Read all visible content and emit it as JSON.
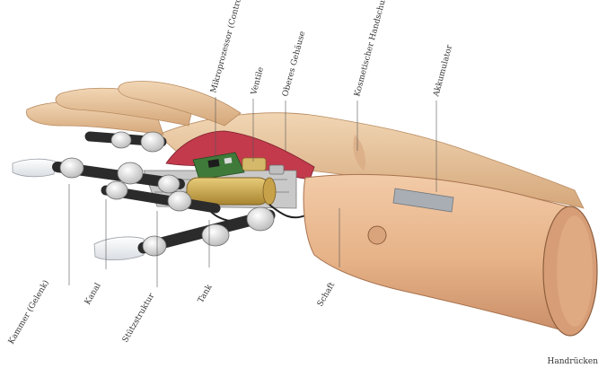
{
  "diagram": {
    "labels": {
      "kammer": "Kammer (Gelenk)",
      "kanal": "Kanal",
      "stuetzstruktur": "Stützstruktur",
      "tank": "Tank",
      "schaft": "Schaft",
      "mikroprozessor": "Mikroprozessor (Controller)",
      "ventile": "Ventile",
      "oberes_gehaeuse": "Oberes Gehäuse",
      "kosmetischer_handschuh": "Kosmetischer Handschuh",
      "akkumulator": "Akkumulator"
    },
    "caption": "Handrücken"
  },
  "colors": {
    "skin": "#e8c39a",
    "skin_shadow": "#c9986a",
    "shaft": "#eab993",
    "shaft_shadow": "#c98e68",
    "housing": "#c23a4c",
    "tank": "#d2ad54",
    "pcb": "#3f7a3a",
    "joint_dark": "#2b2b2b",
    "joint_light": "#e9e9e9"
  }
}
